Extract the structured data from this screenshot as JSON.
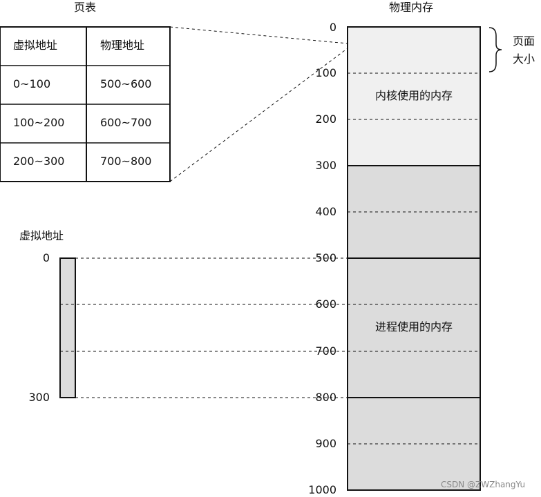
{
  "page_table": {
    "title": "页表",
    "headers": [
      "虚拟地址",
      "物理地址"
    ],
    "rows": [
      [
        "0~100",
        "500~600"
      ],
      [
        "100~200",
        "600~700"
      ],
      [
        "200~300",
        "700~800"
      ]
    ]
  },
  "physical_memory": {
    "title": "物理内存",
    "scale": [
      "0",
      "100",
      "200",
      "300",
      "400",
      "500",
      "600",
      "700",
      "800",
      "900",
      "1000"
    ],
    "regions": [
      {
        "label": "内核使用的内存",
        "start": 0,
        "end": 300,
        "color": "#f0f0f0"
      },
      {
        "label": "进程使用的内存",
        "start": 300,
        "end": 1000,
        "color": "#dcdcdc"
      }
    ],
    "page_size_label_line1": "页面",
    "page_size_label_line2": "大小"
  },
  "virtual_address": {
    "title": "虚拟地址",
    "start_label": "0",
    "end_label": "300",
    "color": "#dcdcdc"
  },
  "watermark": "CSDN @ZWZhangYu"
}
